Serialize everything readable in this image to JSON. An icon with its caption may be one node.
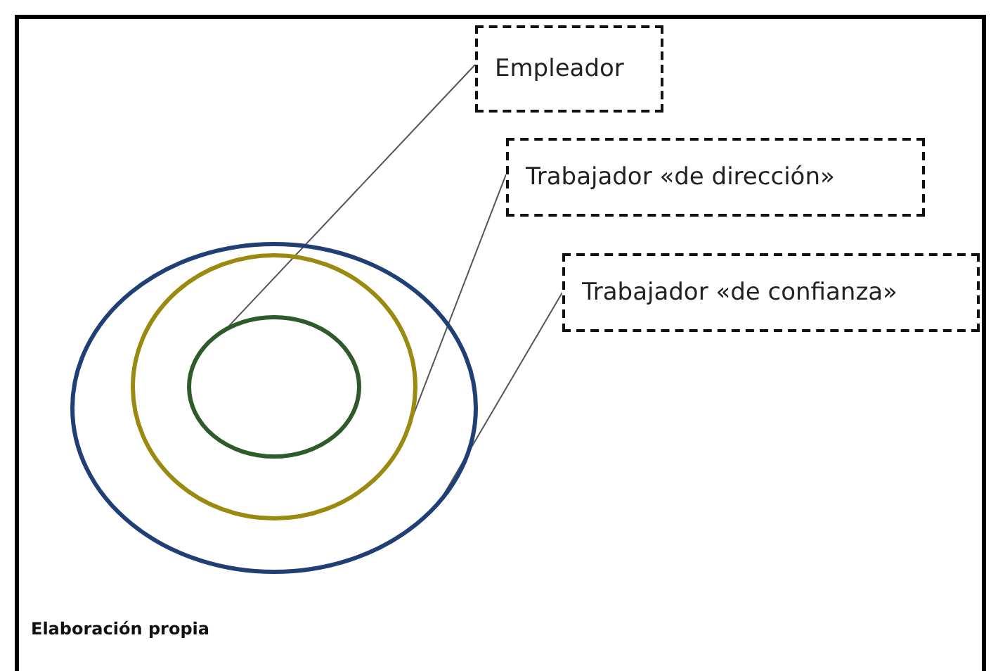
{
  "diagram": {
    "caption": "Elaboración propia",
    "nodes": [
      {
        "text": [],
        "shape": "ellipse"
      },
      {
        "text": [],
        "shape": "ellipse",
        "in": 0
      },
      {
        "text": [],
        "shape": "ellipse",
        "in": 1
      },
      {
        "text": [
          "Empleador"
        ]
      },
      {
        "text": [
          "Trabajador «de dirección»"
        ]
      },
      {
        "text": [
          "Trabajador «de confianza»"
        ]
      }
    ],
    "edges": [
      {
        "from": 3,
        "to": 2,
        "arrow": "none"
      },
      {
        "from": 4,
        "to": 1,
        "arrow": "none"
      },
      {
        "from": 5,
        "to": 0,
        "arrow": "none"
      }
    ]
  }
}
